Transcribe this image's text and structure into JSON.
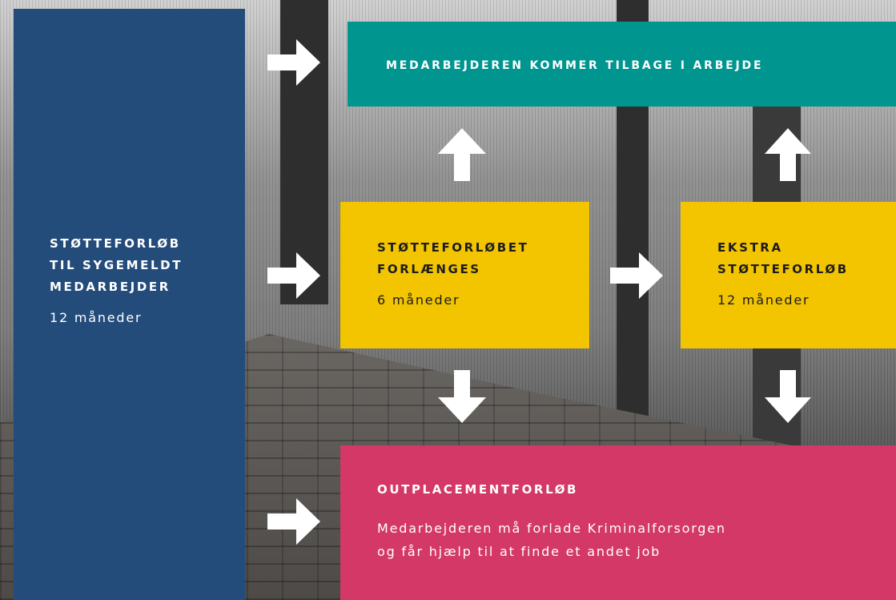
{
  "boxes": {
    "start": {
      "title": "STØTTEFORLØB\nTIL SYGEMELDT\nMEDARBEJDER",
      "duration": "12 måneder"
    },
    "return": {
      "title": "MEDARBEJDEREN KOMMER TILBAGE I ARBEJDE"
    },
    "extended": {
      "title": "STØTTEFORLØBET\nFORLÆNGES",
      "duration": "6 måneder"
    },
    "extra": {
      "title": "EKSTRA\nSTØTTEFORLØB",
      "duration": "12 måneder"
    },
    "outplacement": {
      "title": "OUTPLACEMENTFORLØB",
      "description": "Medarbejderen må forlade Kriminalforsorgen\nog får hjælp til at finde et andet job"
    }
  },
  "colors": {
    "blue": "#234c7b",
    "teal": "#00968f",
    "yellow": "#f2c500",
    "pink": "#d33866",
    "arrow": "#ffffff"
  }
}
